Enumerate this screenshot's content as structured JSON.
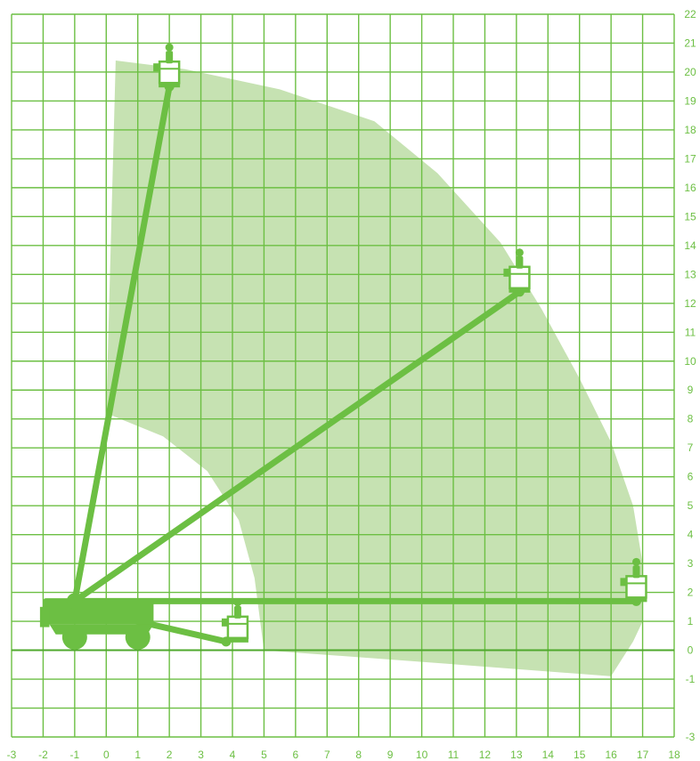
{
  "colors": {
    "grid": "#6cbf43",
    "boom": "#6cbf43",
    "envelope": "#c6e2b2",
    "text": "#6cbf43",
    "background": "#ffffff"
  },
  "chart_data": {
    "type": "area",
    "title": "",
    "xlabel": "",
    "ylabel": "",
    "xlim": [
      -3,
      18
    ],
    "ylim": [
      -3,
      22
    ],
    "grid": true,
    "x_ticks": [
      "-3",
      "-2",
      "-1",
      "0",
      "1",
      "2",
      "3",
      "4",
      "5",
      "6",
      "7",
      "8",
      "9",
      "10",
      "11",
      "12",
      "13",
      "14",
      "15",
      "16",
      "17",
      "18"
    ],
    "y_ticks": [
      "-3",
      "-1",
      "0",
      "1",
      "2",
      "3",
      "4",
      "5",
      "6",
      "7",
      "8",
      "9",
      "10",
      "11",
      "12",
      "13",
      "14",
      "15",
      "16",
      "17",
      "18",
      "19",
      "20",
      "21",
      "22"
    ],
    "working_envelope": [
      {
        "x": 0.3,
        "y": 20.4
      },
      {
        "x": 2.5,
        "y": 20.1
      },
      {
        "x": 5.5,
        "y": 19.4
      },
      {
        "x": 8.5,
        "y": 18.3
      },
      {
        "x": 10.5,
        "y": 16.5
      },
      {
        "x": 12.5,
        "y": 14.1
      },
      {
        "x": 13.8,
        "y": 11.8
      },
      {
        "x": 15.0,
        "y": 9.4
      },
      {
        "x": 16.0,
        "y": 7.2
      },
      {
        "x": 16.7,
        "y": 5.0
      },
      {
        "x": 17.0,
        "y": 3.0
      },
      {
        "x": 17.0,
        "y": 1.0
      },
      {
        "x": 16.7,
        "y": 0.3
      },
      {
        "x": 16.0,
        "y": -0.9
      },
      {
        "x": 10.0,
        "y": -0.4
      },
      {
        "x": 5.0,
        "y": 0.0
      },
      {
        "x": 4.7,
        "y": 2.5
      },
      {
        "x": 4.2,
        "y": 4.5
      },
      {
        "x": 3.2,
        "y": 6.2
      },
      {
        "x": 1.8,
        "y": 7.4
      },
      {
        "x": 0.0,
        "y": 8.2
      }
    ],
    "boom_positions": [
      {
        "name": "vertical",
        "base": {
          "x": -1.0,
          "y": 1.7
        },
        "tip": {
          "x": 2.0,
          "y": 19.5
        }
      },
      {
        "name": "diagonal",
        "base": {
          "x": -1.0,
          "y": 1.7
        },
        "tip": {
          "x": 13.1,
          "y": 12.4
        }
      },
      {
        "name": "horizontal",
        "base": {
          "x": -1.0,
          "y": 1.7
        },
        "tip": {
          "x": 16.8,
          "y": 1.7
        }
      },
      {
        "name": "stowed",
        "base": {
          "x": -1.0,
          "y": 1.5
        },
        "tip": {
          "x": 3.8,
          "y": 0.3
        }
      }
    ]
  }
}
